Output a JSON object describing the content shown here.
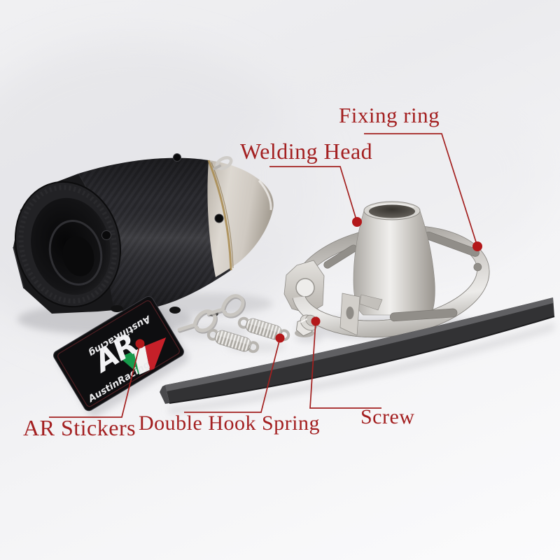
{
  "annotations": {
    "accent_color": "#a31f20",
    "dot_color": "#b3181a",
    "labels": [
      {
        "id": "fixing-ring",
        "text": "Fixing ring"
      },
      {
        "id": "welding-head",
        "text": "Welding Head"
      },
      {
        "id": "ar-stickers",
        "text": "AR Stickers"
      },
      {
        "id": "double-hook-spring",
        "text": "Double Hook Spring"
      },
      {
        "id": "screw",
        "text": "Screw"
      }
    ]
  },
  "sticker": {
    "monogram": "AR",
    "brand": "AustinRacing",
    "flag_colors": {
      "green": "#179a4b",
      "white": "#f2f2f2",
      "red": "#c62029"
    }
  },
  "scene_colors": {
    "background": "#f0f0f2",
    "carbon_black": "#232327",
    "machined_tip_black": "#18181a",
    "stainless_steel": "#cbc8c3",
    "weld_seam_gold": "#a88a4e",
    "rubber_strap": "#323234"
  }
}
